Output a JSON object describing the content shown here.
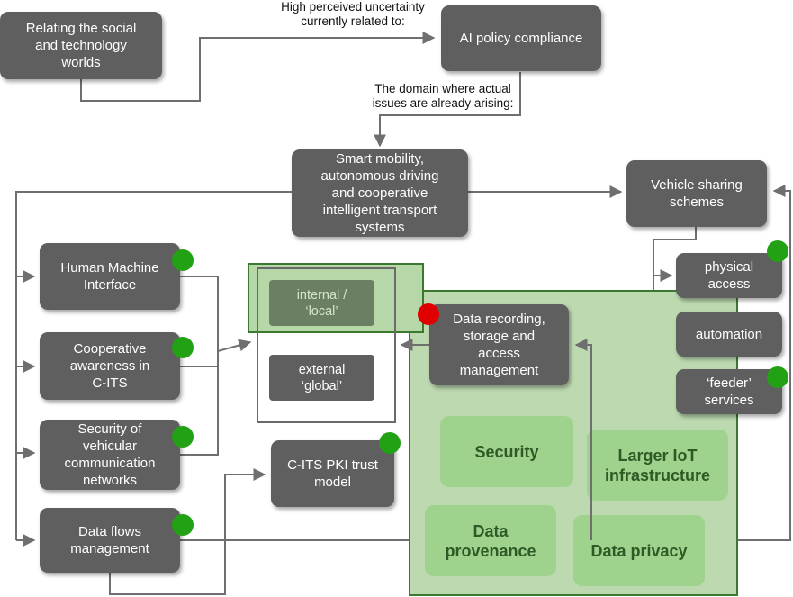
{
  "colors": {
    "box": "#5f5f5f",
    "box_text": "#ffffff",
    "wire": "#6f6f6f",
    "region_fill": "#bcd9b0",
    "region_border": "#3a7a2e",
    "tile_fill": "#9fd38d",
    "tile_text": "#2f5a25",
    "dot_green": "#22a114",
    "dot_red": "#e00000"
  },
  "annotations": {
    "uncertainty": "High perceived uncertainty\ncurrently related to:",
    "domain": "The  domain where actual\nissues are already arising:"
  },
  "boxes": {
    "relating": "Relating the social\nand technology\nworlds",
    "ai_policy": "AI policy compliance",
    "smart_mobility": "Smart mobility,\nautonomous driving\nand cooperative\nintelligent transport\nsystems",
    "vehicle_sharing": "Vehicle sharing\nschemes",
    "hmi": "Human Machine\nInterface",
    "coop_awareness": "Cooperative\nawareness in\nC-ITS",
    "security_vehicular": "Security of\nvehicular\ncommunication\nnetworks",
    "data_flows": "Data flows\nmanagement",
    "cits_pki": "C-ITS PKI trust\nmodel",
    "data_recording": "Data recording,\nstorage and\naccess\nmanagement",
    "physical_access": "physical\naccess",
    "automation": "automation",
    "feeder_services": "‘feeder’\nservices"
  },
  "scope": {
    "internal": "internal /\n‘local’",
    "external": "external\n‘global’"
  },
  "tiles": {
    "security": "Security",
    "larger_iot": "Larger IoT\ninfrastructure",
    "data_provenance": "Data\nprovenance",
    "data_privacy": "Data privacy"
  }
}
